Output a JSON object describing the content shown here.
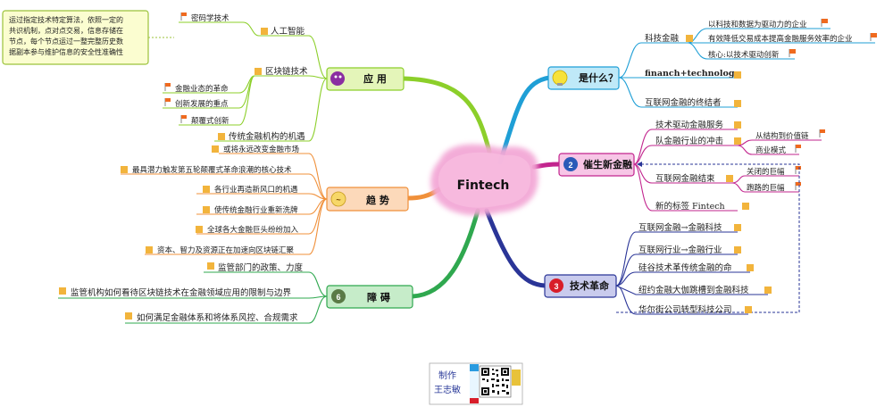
{
  "center": {
    "label": "Fintech"
  },
  "note": {
    "lines": [
      "运过指定技术特定算法，依照一定的",
      "共识机制，点对点交易，信息存储在",
      "节点，每个节点运过一整完整历史数",
      "据副本参与维护信息的安全性准确性"
    ]
  },
  "branches": {
    "what": {
      "label": "是什么？",
      "items": {
        "keji": "科技金融",
        "keji_sub1": "以科技和数据为驱动力的企业",
        "keji_sub2": "有效降低交易成本提高金融服务效率的企业",
        "keji_sub3": "核心:以技术驱动创新",
        "fin_tech": "financh+technology",
        "end": "互联网金融的终结者"
      }
    },
    "newfin": {
      "label": "催生新金融",
      "items": {
        "tech_driven": "技术驱动金融服务",
        "impact": "队金融行业的冲击",
        "impact_sub1": "从结构到价值链",
        "impact_sub2": "商业模式",
        "internet_end": "互联网金融结束",
        "end_sub1": "关闭的巨幅",
        "end_sub2": "跑路的巨幅",
        "new_tag": "新的标签 Fintech"
      }
    },
    "revolution": {
      "label": "技术革命",
      "items": {
        "r1": "互联网金融→金融科技",
        "r2": "互联网行业→金融行业",
        "r3": "硅谷技术革传统金融的命",
        "r4": "纽约金融大伽跳槽到金融科技",
        "r5": "华尔街公司转型科技公司"
      }
    },
    "apply": {
      "label": "应  用",
      "items": {
        "crypto": "密码学技术",
        "ai": "人工智能",
        "blockchain": "区块链技术",
        "revolution": "金融业态的革命",
        "focus": "创新发展的重点",
        "disrupt": "颠覆式创新",
        "opportunity": "传统金融机构的机遇"
      }
    },
    "trend": {
      "label": "趋  势",
      "items": {
        "t1": "或将永远改变金融市场",
        "t2": "最具潜力触发第五轮颠覆式革命浪潮的核心技术",
        "t3": "各行业再造新风口的机遇",
        "t4": "使传统金融行业重新洗牌",
        "t5": "全球各大金融巨头纷纷加入",
        "t6": "资本、智力及资源正在加速向区块链汇聚"
      }
    },
    "barrier": {
      "label": "障  碍",
      "items": {
        "b1": "监管部门的政策、力度",
        "b2": "监管机构如何看待区块链技术在金融领域应用的限制与边界",
        "b3": "如何满足金融体系和将体系风控、合规需求"
      }
    }
  },
  "credit": {
    "line1": "制作",
    "line2": "王志敏"
  },
  "colors": {
    "what": "#1f9fd6",
    "newfin": "#c2258e",
    "revolution": "#2a3597",
    "apply": "#8ccf2a",
    "trend": "#f0903a",
    "barrier": "#2fa84f",
    "marker": "#f2b43c",
    "flag": "#ef6a1f"
  }
}
